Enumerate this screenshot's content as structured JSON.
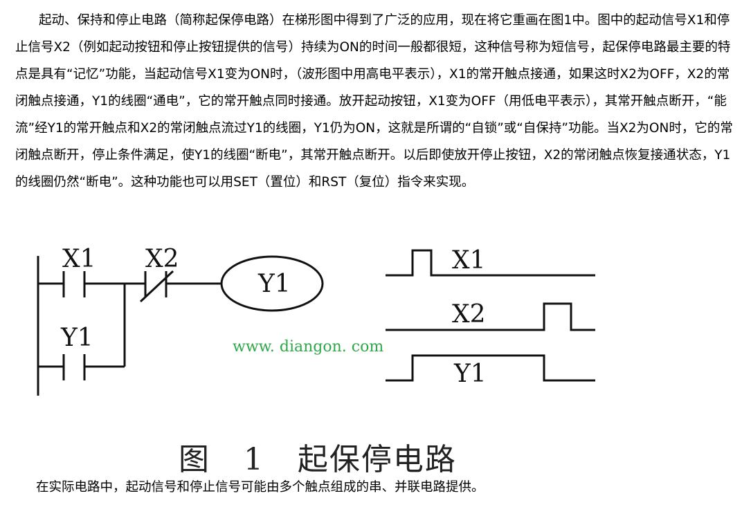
{
  "article": {
    "paragraph": "起动、保持和停止电路（简称起保停电路）在梯形图中得到了广泛的应用，现在将它重画在图1中。图中的起动信号X1和停止信号X2（例如起动按钮和停止按钮提供的信号）持续为ON的时间一般都很短，这种信号称为短信号，起保停电路最主要的特点是具有“记忆”功能，当起动信号X1变为ON时，（波形图中用高电平表示），X1的常开触点接通，如果这时X2为OFF，X2的常闭触点接通，Y1的线圈“通电”，它的常开触点同时接通。放开起动按钮，X1变为OFF（用低电平表示），其常开触点断开，“能流”经Y1的常开触点和X2的常闭触点流过Y1的线圈，Y1仍为ON，这就是所谓的“自锁”或“自保持”功能。当X2为ON时，它的常闭触点断开，停止条件满足，使Y1的线圈“断电”，其常开触点断开。以后即使放开停止按钮，X2的常闭触点恢复接通状态，Y1的线圈仍然“断电”。这种功能也可以用SET（置位）和RST（复位）指令来实现。",
    "footer": "在实际电路中，起动信号和停止信号可能由多个触点组成的串、并联电路提供。"
  },
  "figure": {
    "ladder": {
      "contact_x1": "X1",
      "contact_x2": "X2",
      "contact_y1": "Y1",
      "coil": "Y1"
    },
    "waveform": {
      "x1": "X1",
      "x2": "X2",
      "y1": "Y1"
    },
    "watermark": "www. diangon. com",
    "caption": "图   1   起保停电路"
  }
}
